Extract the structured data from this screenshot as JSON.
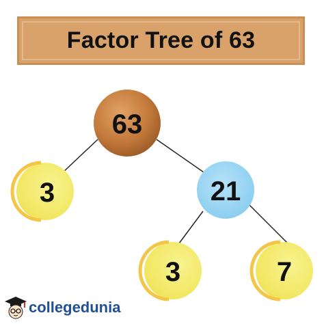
{
  "title": "Factor Tree of 63",
  "colors": {
    "root": "#c47a3c",
    "composite": "#8fd0f2",
    "prime": "#f4ea72",
    "prime_edge": "#f2c94c",
    "title_bg": "#d8a26a",
    "logo": "#1f4f94"
  },
  "tree": {
    "root": {
      "value": "63",
      "type": "composite"
    },
    "left_prime": {
      "value": "3",
      "type": "prime"
    },
    "right_composite": {
      "value": "21",
      "type": "composite"
    },
    "bottom_left_prime": {
      "value": "3",
      "type": "prime"
    },
    "bottom_right_prime": {
      "value": "7",
      "type": "prime"
    }
  },
  "logo": {
    "text": "collegedunia",
    "icon": "student-mascot-icon"
  }
}
